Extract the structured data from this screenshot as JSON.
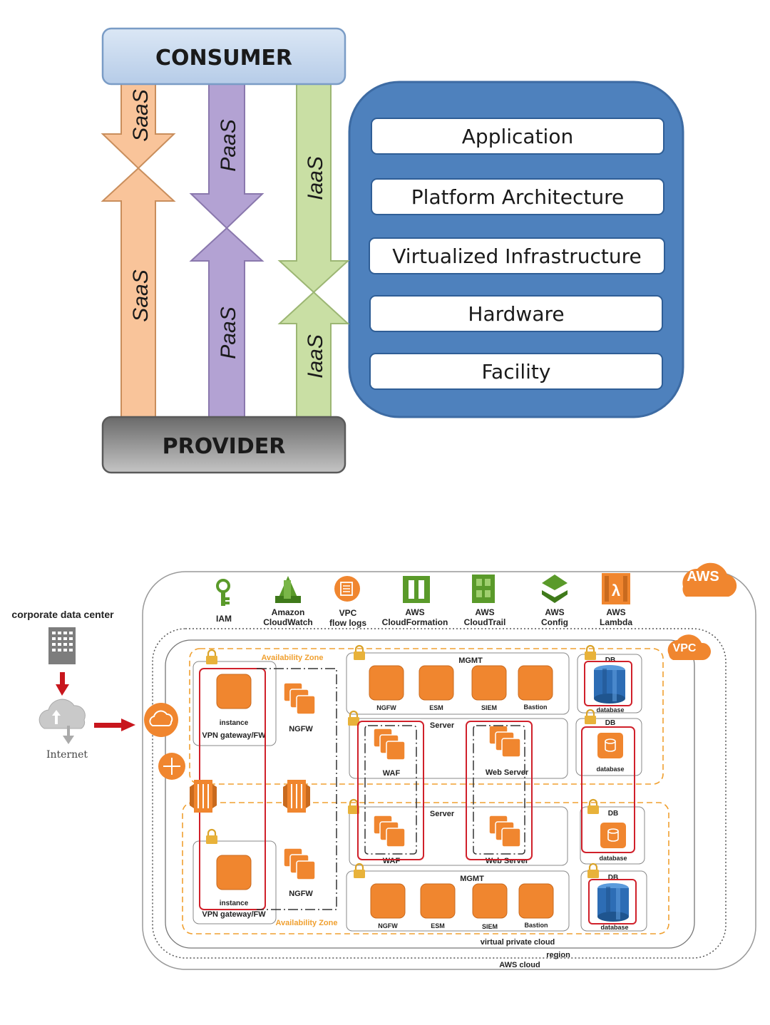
{
  "cloud_model": {
    "consumer": "CONSUMER",
    "provider": "PROVIDER",
    "arrows": {
      "saas_up": "SaaS",
      "saas_down": "SaaS",
      "paas_up": "PaaS",
      "paas_down": "PaaS",
      "iaas_up": "IaaS",
      "iaas_down": "IaaS"
    },
    "layers": [
      "Application",
      "Platform Architecture",
      "Virtualized Infrastructure",
      "Hardware",
      "Facility"
    ],
    "colors": {
      "saas": "#f9c49a",
      "paas": "#b3a2d3",
      "iaas": "#c9dfa4",
      "stack": "#4e81bd",
      "consumer": "#c6d9f0",
      "provider": "#8c8c8c"
    }
  },
  "aws": {
    "corporate": "corporate data center",
    "internet": "Internet",
    "aws_badge": "AWS",
    "vpc_badge": "VPC",
    "services": [
      {
        "icon": "iam-key-icon",
        "lines": [
          "IAM"
        ]
      },
      {
        "icon": "cloudwatch-icon",
        "lines": [
          "Amazon",
          "CloudWatch"
        ]
      },
      {
        "icon": "vpc-flow-logs-icon",
        "lines": [
          "VPC",
          "flow logs"
        ]
      },
      {
        "icon": "cloudformation-icon",
        "lines": [
          "AWS",
          "CloudFormation"
        ]
      },
      {
        "icon": "cloudtrail-icon",
        "lines": [
          "AWS",
          "CloudTrail"
        ]
      },
      {
        "icon": "config-icon",
        "lines": [
          "AWS",
          "Config"
        ]
      },
      {
        "icon": "lambda-icon",
        "lines": [
          "AWS",
          "Lambda"
        ]
      }
    ],
    "availability_zone": "Availability Zone",
    "instance": "instance",
    "vpn_gateway": "VPN gateway/FW",
    "ngfw": "NGFW",
    "mgmt": "MGMT",
    "mgmt_items": [
      "NGFW",
      "ESM",
      "SIEM",
      "Bastion"
    ],
    "server": "Server",
    "waf": "WAF",
    "web_server": "Web Server",
    "db": "DB",
    "database": "database",
    "vpc_label": "virtual private cloud",
    "region_label": "region",
    "aws_cloud_label": "AWS cloud",
    "colors": {
      "orange": "#f0862f",
      "red": "#d0202a",
      "zone": "#f0a030",
      "db_blue": "#2d6db5"
    }
  }
}
